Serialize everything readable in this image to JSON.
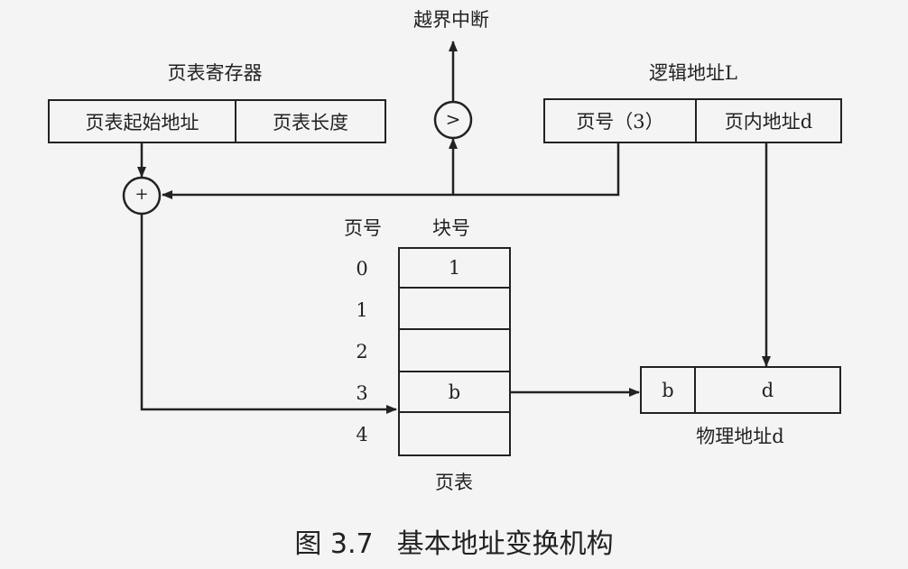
{
  "page_table_register": {
    "title": "页表寄存器",
    "start_address": "页表起始地址",
    "length": "页表长度"
  },
  "overflow_interrupt": "越界中断",
  "comparator_symbol": ">",
  "adder_symbol": "+",
  "logical_address": {
    "title": "逻辑地址L",
    "page_number": "页号（3）",
    "offset": "页内地址d"
  },
  "page_table": {
    "col_page_number": "页号",
    "col_block_number": "块号",
    "label": "页表",
    "rows": [
      {
        "page": "0",
        "block": "1"
      },
      {
        "page": "1",
        "block": ""
      },
      {
        "page": "2",
        "block": ""
      },
      {
        "page": "3",
        "block": "b"
      },
      {
        "page": "4",
        "block": ""
      }
    ]
  },
  "physical_address": {
    "block": "b",
    "offset": "d",
    "label": "物理地址d"
  },
  "caption": {
    "number": "图 3.7",
    "title": "基本地址变换机构"
  }
}
